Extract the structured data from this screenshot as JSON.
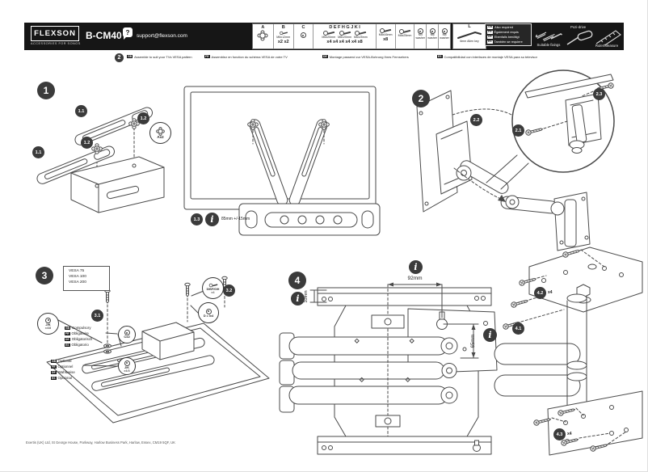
{
  "lang_tags": {
    "gb": "GB",
    "fr": "FR",
    "de": "DE",
    "es": "ES"
  },
  "icons": {
    "info": "i"
  },
  "header": {
    "brand": "FLEXSON",
    "brand_sub": "ACCESSORIES FOR SONOS",
    "model": "B-CM40",
    "support_bubble": "?",
    "support_email": "support@flexson.com",
    "parts_table": {
      "a_label": "A",
      "b_label": "B",
      "b_size": "M6x12mm",
      "b_count": "x2 x2",
      "c_label": "C",
      "d_group_label": "D E F H G J K I",
      "d_group_sizes": [
        "M6x20mm",
        "M8x20mm",
        "M6x25mm"
      ],
      "d_group_counts": "x4 x4 x4 x4 x4 x8",
      "screw_m8x16_size": "M8x16mm",
      "screw_m8x16_count": "x8",
      "screw_m8x25_size": "M8x25mm",
      "washer_m4": "M4 washer",
      "washer_m6": "M6 washer",
      "washer_m8": "M8 washer",
      "l_label": "L",
      "l_desc": "6mm Allen key"
    },
    "also_required": {
      "gb": "Also required",
      "fr": "Également requis",
      "de": "Ebenfalls benötigt",
      "es": "También se requiere"
    },
    "fixings_label": "Suitable fixings",
    "pozi_label": "Pozi-drive",
    "ruler_label": "Ruler/Measure"
  },
  "instruction": {
    "badge": "2",
    "gb": "Assemble to suit your TVs VESA pattern",
    "fr": "Assemblez en fonction du schéma VESA de votre TV",
    "de": "Montage passend zur VESA-Bohrung Ihres Fernsehers",
    "es": "Compatibilidad con interfaces de montaje VESA para su televisor"
  },
  "step1": {
    "num": "1",
    "s11": "1.1",
    "s12": "1.2",
    "s13": "1.3",
    "callout_a": "Ax2",
    "info_text": "85mm +/-15mm"
  },
  "step2": {
    "num": "2",
    "s21": "2.1",
    "s22": "2.2",
    "s23": "2.3"
  },
  "step3": {
    "num": "3",
    "vesa": [
      "VESA 75",
      "VESA 100",
      "VESA 200"
    ],
    "s31": "3.1",
    "s32": "3.2",
    "callout_jk_label": "J/K",
    "callout_jk_count": "x4/8",
    "callout_c": "Cx2",
    "callout_screws_label": "D/E/F/G/H",
    "callout_screws_count": "x4",
    "callout_washer": "D = Ix4",
    "compulsory": {
      "gb": "Compulsory",
      "fr": "Obligatoire",
      "de": "Obligatorisch",
      "es": "Obligatorio"
    },
    "optional": {
      "gb": "Optional",
      "fr": "Optionnel",
      "de": "Wahlweise",
      "es": "Opcional"
    }
  },
  "step4": {
    "num": "4",
    "dim_width": "92mm",
    "dim_offset": "10mm",
    "dim_height": "65mm",
    "s41": "4.1",
    "s42": "4.2",
    "s42_count": "x4",
    "s43": "4.3",
    "s43_count": "x4"
  },
  "footer": "Exertis (UK) Ltd, St George House, Parkway, Harlow Business Park, Harlow, Essex, CM19 5QF, UK"
}
